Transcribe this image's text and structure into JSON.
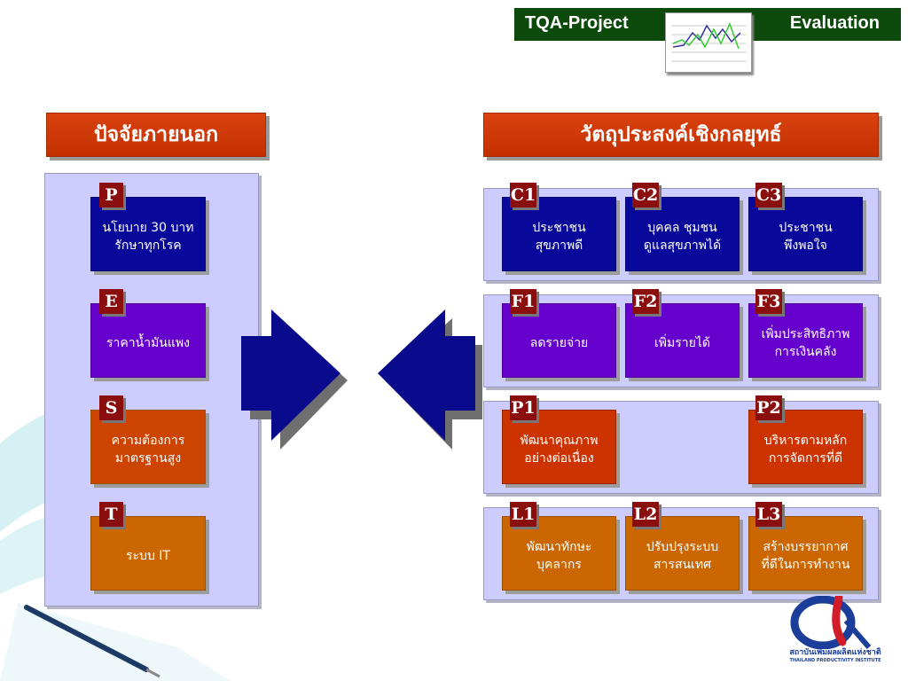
{
  "header": {
    "project": "TQA-Project",
    "evaluation": "Evaluation"
  },
  "left": {
    "title": "ปัจจัยภายนอก",
    "items": [
      {
        "badge": "P",
        "text": "นโยบาย 30 บาท\nรักษาทุกโรค"
      },
      {
        "badge": "E",
        "text": "ราคาน้ำมันแพง"
      },
      {
        "badge": "S",
        "text": "ความต้องการ\nมาตรฐานสูง"
      },
      {
        "badge": "T",
        "text": "ระบบ  IT"
      }
    ]
  },
  "right": {
    "title": "วัตถุประสงค์เชิงกลยุทธ์",
    "c1": {
      "badge": "C1",
      "text": "ประชาชน\nสุขภาพดี"
    },
    "c2": {
      "badge": "C2",
      "text": "บุคคล ชุมชน\nดูแลสุขภาพได้"
    },
    "c3": {
      "badge": "C3",
      "text": "ประชาชน\nพึงพอใจ"
    },
    "f1": {
      "badge": "F1",
      "text": "ลดรายจ่าย"
    },
    "f2": {
      "badge": "F2",
      "text": "เพิ่มรายได้"
    },
    "f3": {
      "badge": "F3",
      "text": "เพิ่มประสิทธิภาพ\nการเงินคลัง"
    },
    "p1": {
      "badge": "P1",
      "text": "พัฒนาคุณภาพ\nอย่างต่อเนื่อง"
    },
    "p2": {
      "badge": "P2",
      "text": "บริหารตามหลัก\nการจัดการที่ดี"
    },
    "l1": {
      "badge": "L1",
      "text": "พัฒนาทักษะ\nบุคลากร"
    },
    "l2": {
      "badge": "L2",
      "text": "ปรับปรุงระบบ\nสารสนเทศ"
    },
    "l3": {
      "badge": "L3",
      "text": "สร้างบรรยากาศ\nที่ดีในการทำงาน"
    }
  },
  "logo": {
    "line1": "สถาบันเพิ่มผลผลิตแห่งชาติ",
    "line2": "THAILAND PRODUCTIVITY INSTITUTE"
  }
}
